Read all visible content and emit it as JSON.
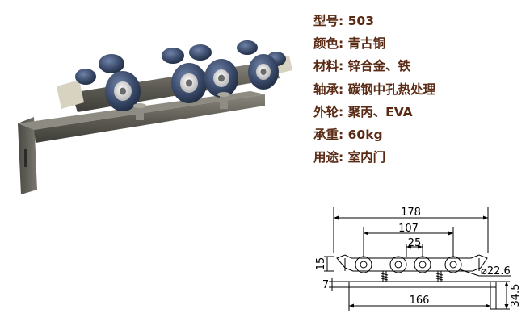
{
  "specs": [
    {
      "key": "型号",
      "sep": ": ",
      "value": "503"
    },
    {
      "key": "颜色",
      "sep": ": ",
      "value": "青古铜"
    },
    {
      "key": "材料",
      "sep": ": ",
      "value": "锌合金、铁"
    },
    {
      "key": "轴承",
      "sep": ": ",
      "value": "碳钢中孔热处理"
    },
    {
      "key": "外轮",
      "sep": ": ",
      "value": "聚丙、EVA"
    },
    {
      "key": "承重",
      "sep": ": ",
      "value": "60kg"
    },
    {
      "key": "用途",
      "sep": ": ",
      "value": "室内门"
    }
  ],
  "drawing": {
    "overall_length": "178",
    "outer_wheel_span": "107",
    "inner_wheel_span": "25",
    "wheel_diameter": "⌀22.6",
    "body_height": "15",
    "rail_thickness": "7",
    "rail_length": "166",
    "bracket_height": "34.5"
  },
  "colors": {
    "spec_text": "#5a2a14",
    "wheel": "#3a4a6a",
    "metal": "#6b6a62"
  }
}
